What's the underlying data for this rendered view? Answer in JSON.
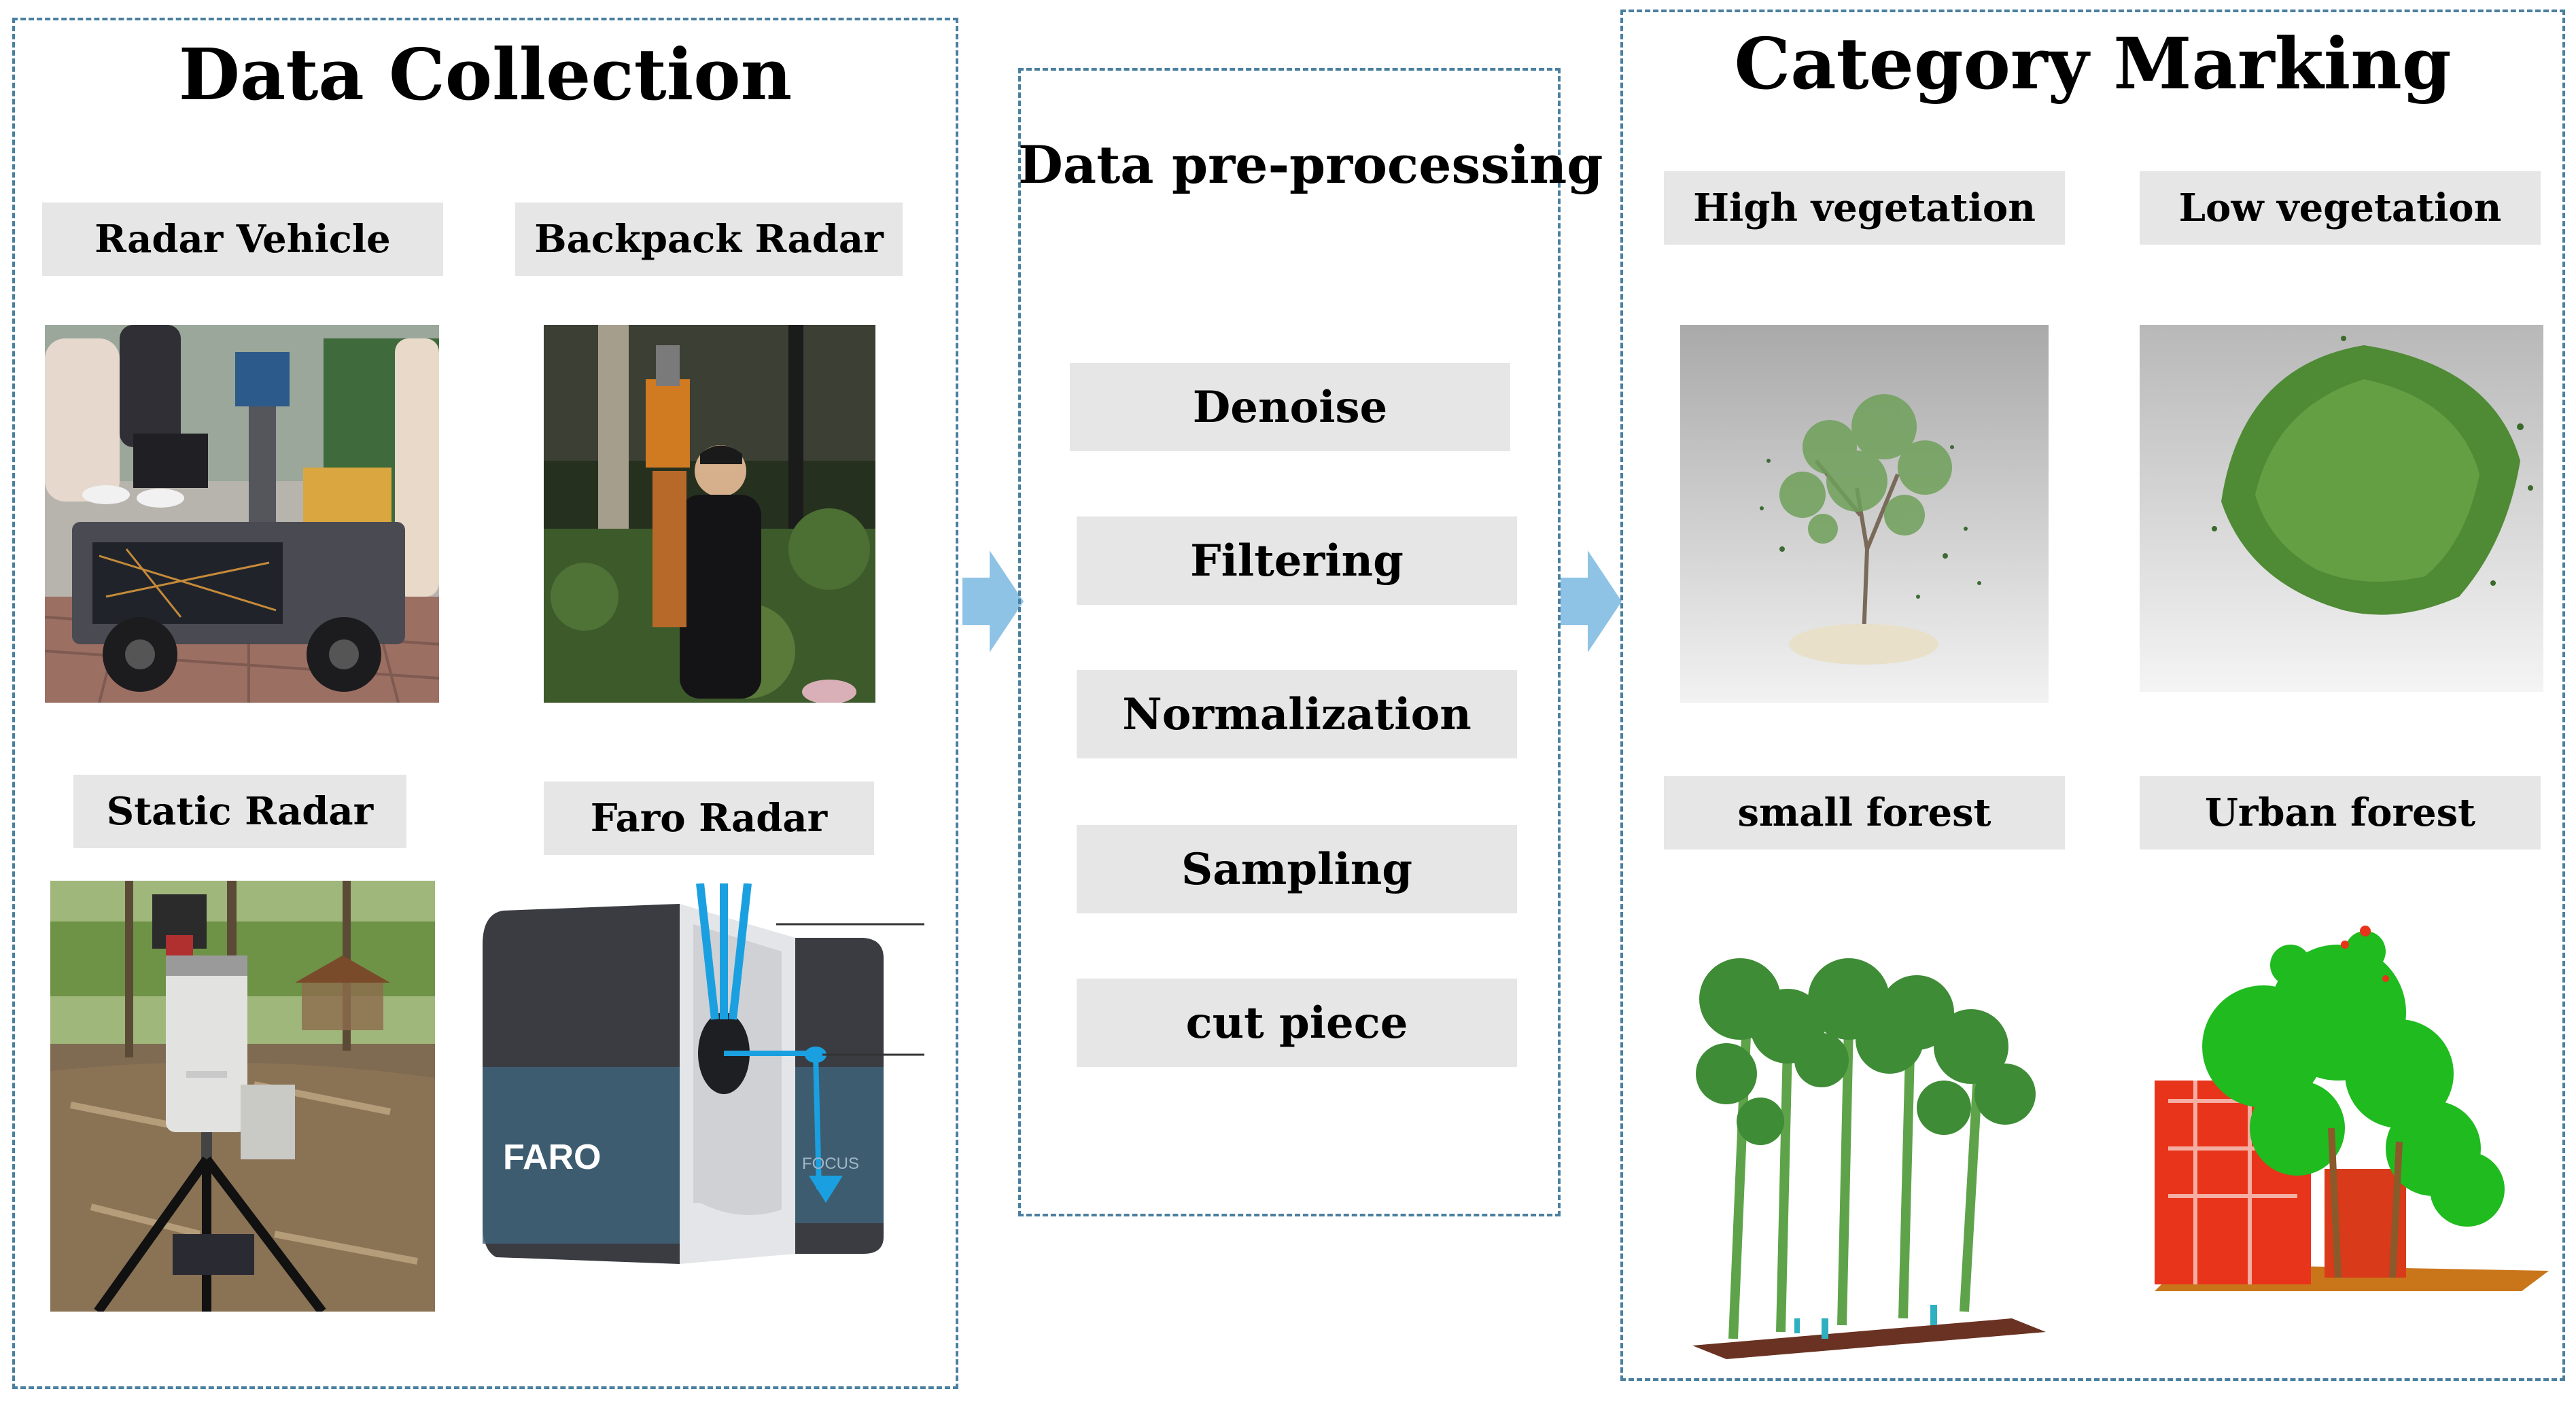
{
  "data_collection": {
    "title": "Data Collection",
    "items": [
      {
        "label": "Radar Vehicle"
      },
      {
        "label": "Backpack Radar"
      },
      {
        "label": "Static Radar"
      },
      {
        "label": "Faro Radar",
        "logo_text": "FARO",
        "model_text": "FOCUS"
      }
    ]
  },
  "preprocessing": {
    "title": "Data pre-processing",
    "steps": [
      "Denoise",
      "Filtering",
      "Normalization",
      "Sampling",
      "cut piece"
    ]
  },
  "category_marking": {
    "title": "Category Marking",
    "items": [
      {
        "label": "High vegetation"
      },
      {
        "label": "Low vegetation"
      },
      {
        "label": "small forest"
      },
      {
        "label": "Urban forest"
      }
    ]
  },
  "colors": {
    "panel_border": "#4a7fa0",
    "label_bg": "#e6e6e6",
    "arrow": "#8ec3e6"
  }
}
